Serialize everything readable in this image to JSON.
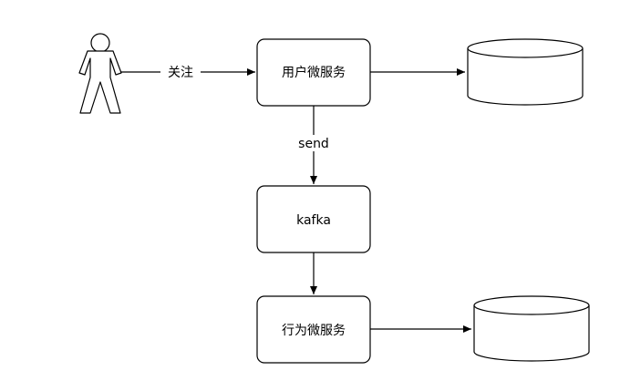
{
  "diagram": {
    "actor": {
      "icon": "user-actor-icon",
      "label": ""
    },
    "nodes": {
      "user_service": {
        "label": "用户微服务"
      },
      "kafka": {
        "label": "kafka"
      },
      "behavior_service": {
        "label": "行为微服务"
      },
      "user_db": {
        "icon": "database-icon"
      },
      "behavior_db": {
        "icon": "database-icon"
      }
    },
    "edges": {
      "actor_to_user_service": {
        "label": "关注"
      },
      "user_service_to_kafka": {
        "label": "send"
      },
      "user_service_to_user_db": {
        "label": ""
      },
      "kafka_to_behavior_service": {
        "label": ""
      },
      "behavior_service_to_behavior_db": {
        "label": ""
      }
    },
    "colors": {
      "stroke": "#000000",
      "fill": "#ffffff",
      "text": "#000000"
    }
  }
}
